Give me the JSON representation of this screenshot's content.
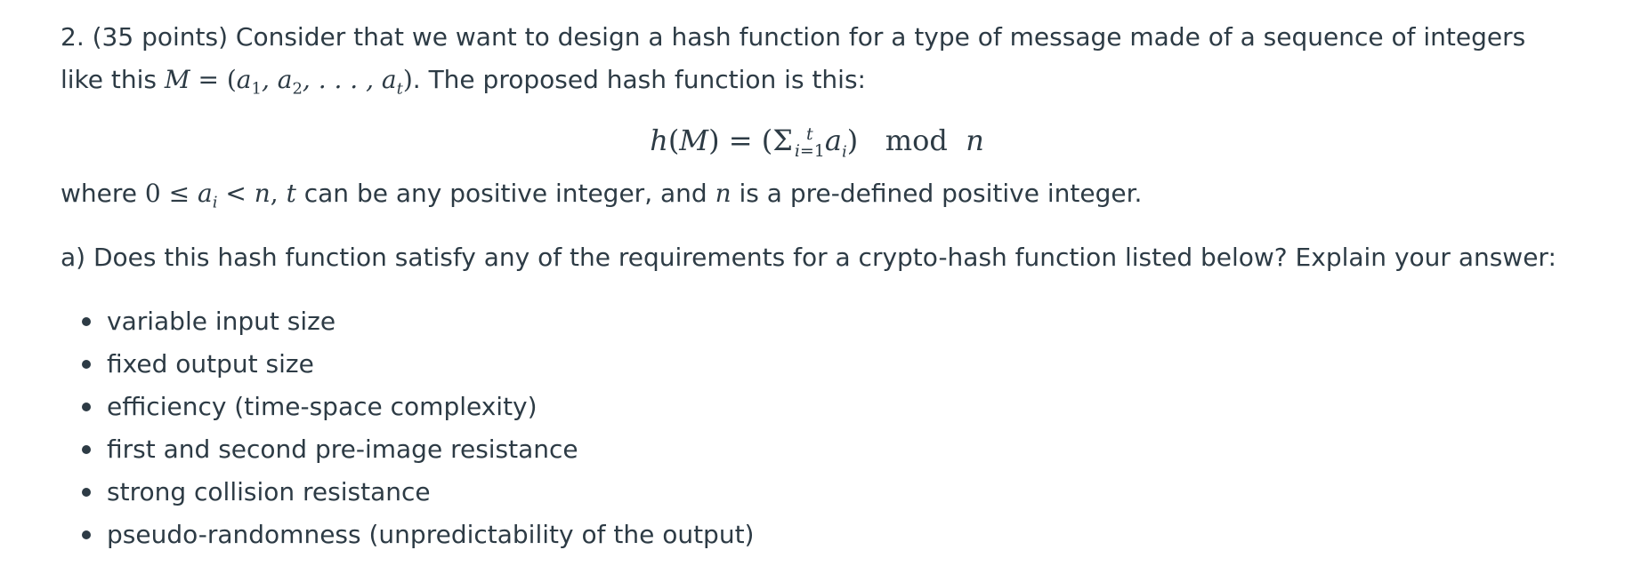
{
  "question": {
    "number": "2.",
    "points": "(35 points)",
    "intro_text": "Consider that we want to design a hash function for a type of message made of a sequence of integers like this",
    "message_def": "M = (a1, a2, . . . , at)",
    "intro_after": ". The proposed hash function is this:",
    "formula": "h(M) = (Σ i=1..t ai)  mod  n",
    "where_prefix": "where",
    "where_cond": "0 ≤ ai < n, t",
    "where_mid": "can be any positive integer, and",
    "where_var": "n",
    "where_suffix": "is a pre-defined positive integer."
  },
  "part_a": {
    "text": "a) Does this hash function satisfy any of the requirements for a crypto-hash function listed below? Explain your answer:"
  },
  "requirements": [
    "variable input size",
    "fixed output size",
    "efficiency (time-space complexity)",
    "first and second pre-image resistance",
    "strong collision resistance",
    "pseudo-randomness (unpredictability of the output)"
  ]
}
